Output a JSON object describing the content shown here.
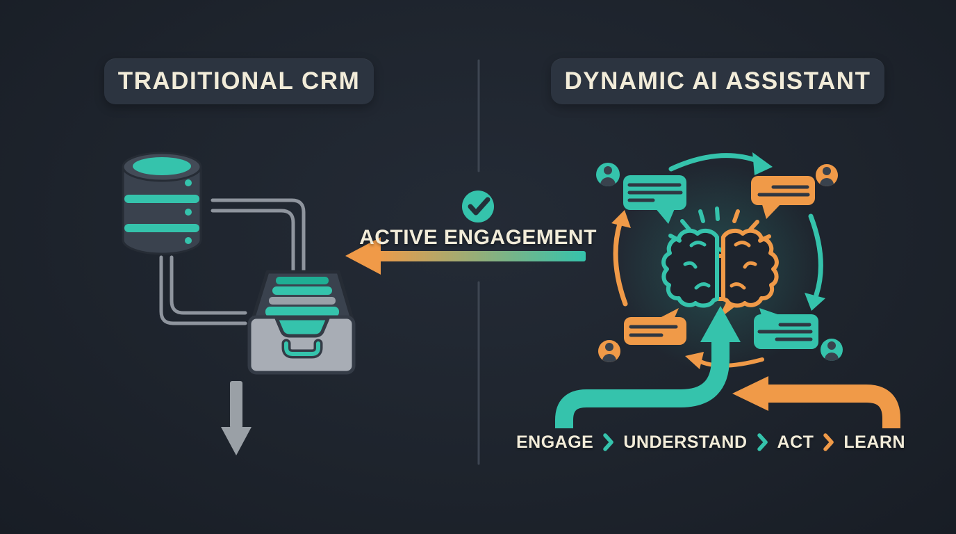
{
  "meta": {
    "kind": "comparison-infographic",
    "theme": "dark"
  },
  "colors": {
    "background": "#1e242d",
    "teal": "#35c3ac",
    "orange": "#f09a48",
    "cream_text": "#f2ecd9",
    "chip_background": "#2c3440",
    "connector_gray": "#8f959e",
    "drawer_gray": "#a8adb5",
    "muted_arrow_gray": "#9aa0a6",
    "divider_gray": "#3e4652"
  },
  "left_panel": {
    "title": "TRADITIONAL CRM",
    "icons": [
      "database-icon",
      "connector-pipes",
      "archive-drawer-icon",
      "down-arrow-icon"
    ]
  },
  "center": {
    "check_icon": "check-circle-icon",
    "label": "ACTIVE ENGAGEMENT",
    "arrow": "left-pointing gradient arrow (orange to teal)"
  },
  "right_panel": {
    "title": "DYNAMIC AI ASSISTANT",
    "center_icon": "ai-brain-chat-icon (teal/orange brain over speech bubbles with glow)",
    "cycle_icons": [
      "chat-bubble-teal-top-left",
      "chat-bubble-orange-top-right",
      "chat-bubble-orange-bottom-left",
      "chat-bubble-teal-bottom-right",
      "user-avatar-icons",
      "circular-cycle-arrows"
    ],
    "pipes": [
      "teal-up-arrow-pipe",
      "orange-left-arrow-pipe"
    ],
    "flow_steps": [
      "ENGAGE",
      "UNDERSTAND",
      "ACT",
      "LEARN"
    ]
  }
}
